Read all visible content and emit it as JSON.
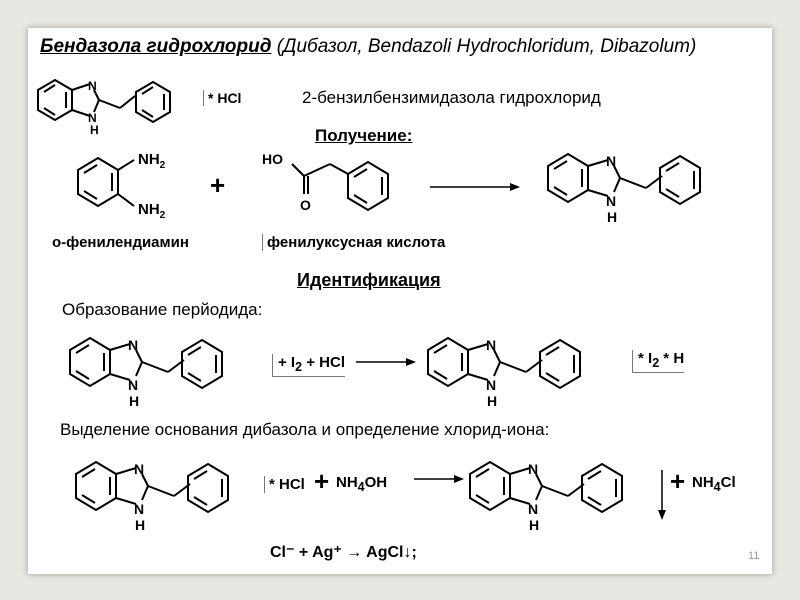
{
  "title": {
    "main": "Бендазола гидрохлорид",
    "sub": "(Дибазол, Bendazoli Hydrochloridum, Dibazolum)"
  },
  "header": {
    "hcl_label": "* HCl",
    "iupac": "2-бензилбензимидазола гидрохлорид"
  },
  "synthesis": {
    "heading": "Получение:",
    "plus": "+",
    "reagent1_label": "о-фенилендиамин",
    "reagent2_label": "фенилуксусная кислота",
    "nh2": "NH",
    "nh2_sub": "2",
    "ho": "HO",
    "o": "O"
  },
  "identification": {
    "heading": "Идентификация",
    "periodide_title": "Образование перйодида:",
    "periodide_reagents": "+ I",
    "periodide_reagents_sub": "2",
    "periodide_reagents_tail": " + HCl",
    "periodide_product_a": "* I",
    "periodide_product_sub": "2",
    "periodide_product_b": " * H",
    "base_title": "Выделение основания дибазола и определение хлорид-иона:",
    "hcl_label": "* HCl",
    "plus": "+",
    "nh4oh": "NH",
    "nh4oh_sub": "4",
    "nh4oh_tail": "OH",
    "nh4cl": "NH",
    "nh4cl_sub": "4",
    "nh4cl_tail": "Cl",
    "silver_reaction": "Cl⁻ + Ag⁺ → AgCl↓;"
  },
  "atoms": {
    "N": "N",
    "H": "H"
  },
  "page_number": "11"
}
